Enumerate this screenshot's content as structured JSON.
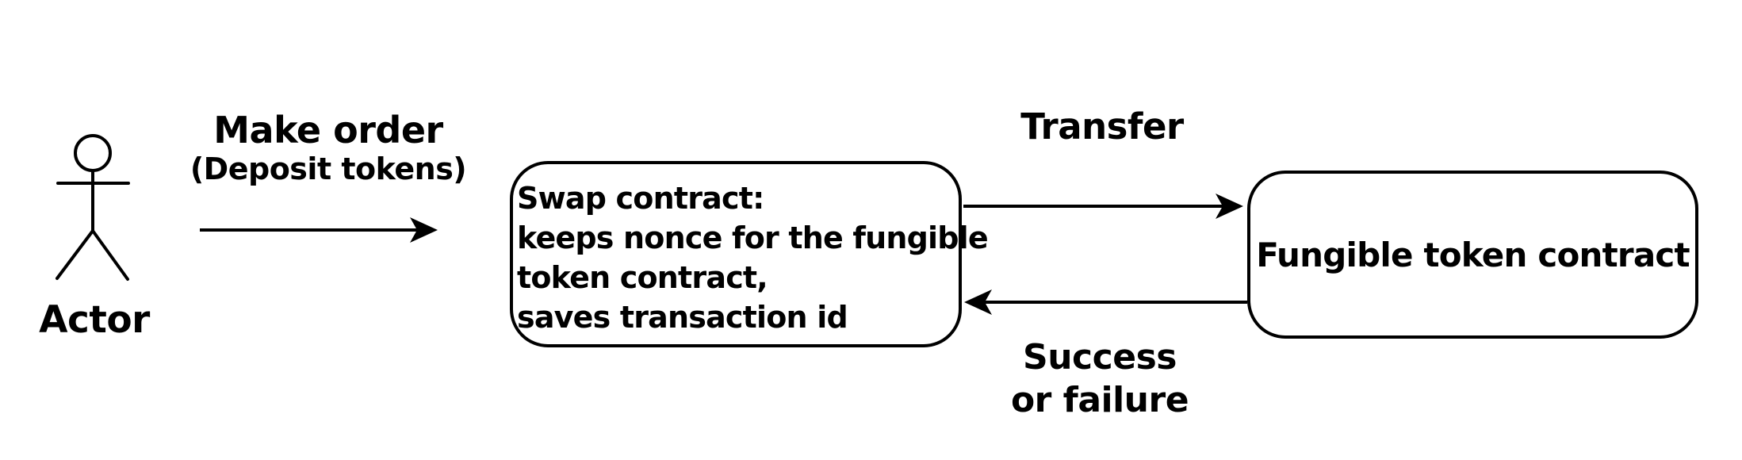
{
  "diagram": {
    "actor": {
      "label": "Actor"
    },
    "make_order_arrow": {
      "title": "Make order",
      "subtitle": "(Deposit tokens)"
    },
    "swap_contract_node": {
      "lines": [
        "Swap contract:",
        "keeps nonce for the fungible",
        "token contract,",
        "saves transaction id"
      ]
    },
    "transfer_arrow": {
      "label": "Transfer"
    },
    "fungible_token_node": {
      "label": "Fungible token contract"
    },
    "success_arrow": {
      "line1": "Success",
      "line2": "or failure"
    }
  },
  "colors": {
    "stroke": "#000000",
    "background": "#ffffff"
  }
}
